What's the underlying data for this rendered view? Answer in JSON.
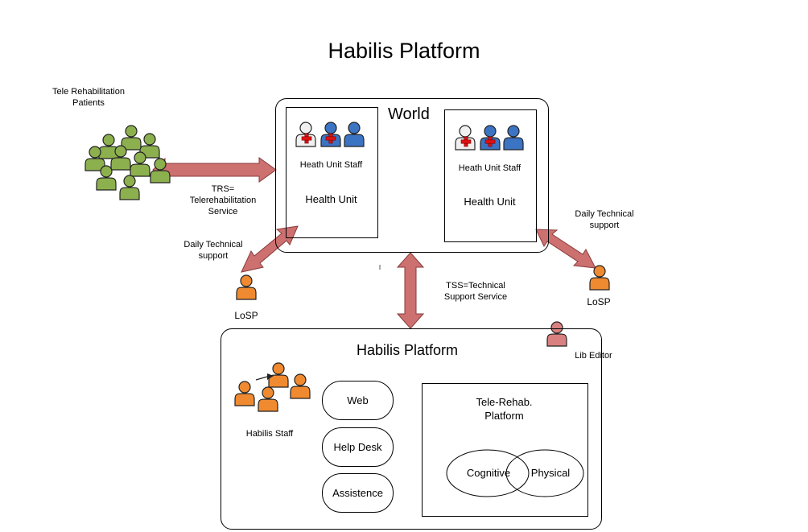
{
  "title": "Habilis Platform",
  "world": {
    "label": "World",
    "units": [
      {
        "staff_label": "Heath Unit Staff",
        "unit_label": "Health Unit"
      },
      {
        "staff_label": "Heath Unit Staff",
        "unit_label": "Health Unit"
      }
    ]
  },
  "patients": {
    "label_line1": "Tele Rehabilitation",
    "label_line2": "Patients"
  },
  "trs": {
    "line1": "TRS=",
    "line2": "Telerehabilitation",
    "line3": "Service"
  },
  "support_left": {
    "line1": "Daily Technical",
    "line2": "support",
    "person": "LoSP"
  },
  "support_right": {
    "line1": "Daily Technical",
    "line2": "support",
    "person": "LoSP"
  },
  "tss": {
    "line1": "TSS=Technical",
    "line2": "Support Service"
  },
  "platform": {
    "label": "Habilis Platform",
    "lib_editor": "Lib Editor",
    "staff_label": "Habilis Staff",
    "services": [
      "Web",
      "Help Desk",
      "Assistence"
    ],
    "telerehab": {
      "line1": "Tele-Rehab.",
      "line2": "Platform",
      "left": "Cognitive",
      "right": "Physical"
    }
  },
  "colors": {
    "patient": "#8db04e",
    "staff_white": "#f0f0f0",
    "staff_blue": "#3c74c4",
    "support": "#f08a30",
    "editor": "#d98080",
    "arrow": "#cd7070",
    "cross": "#dd1111"
  }
}
